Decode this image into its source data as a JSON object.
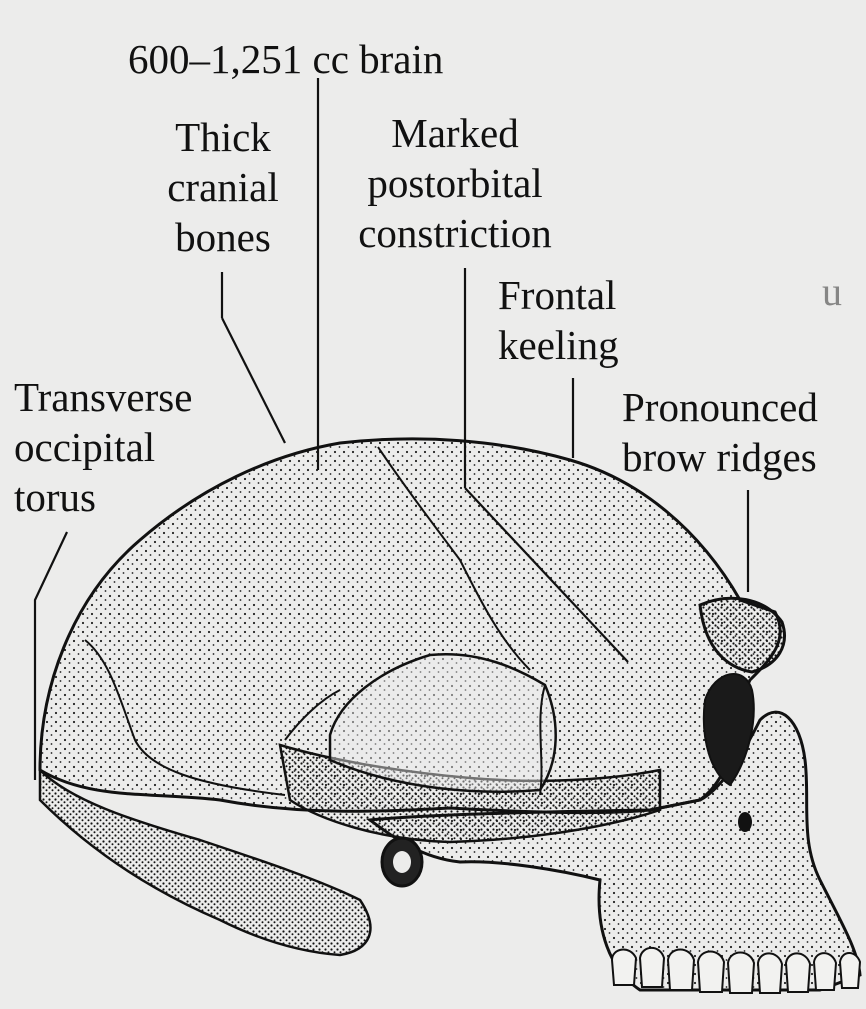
{
  "labels": {
    "brain": "600–1,251 cc brain",
    "thick_line1": "Thick",
    "thick_line2": "cranial",
    "thick_line3": "bones",
    "postorbital_line1": "Marked",
    "postorbital_line2": "postorbital",
    "postorbital_line3": "constriction",
    "frontal_line1": "Frontal",
    "frontal_line2": "keeling",
    "occipital_line1": "Transverse",
    "occipital_line2": "occipital",
    "occipital_line3": "torus",
    "brow_line1": "Pronounced",
    "brow_line2": "brow ridges"
  },
  "background_fragments": {
    "right_margin_letter": "u"
  },
  "colors": {
    "paper": "#ececeb",
    "ink": "#111111"
  }
}
